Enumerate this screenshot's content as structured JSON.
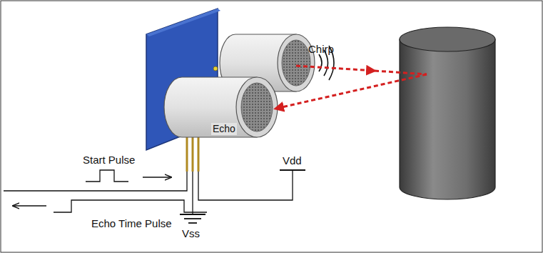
{
  "diagram": {
    "labels": [
      "Chirp",
      "Echo",
      "Start Pulse",
      "Echo Time Pulse",
      "Vdd",
      "Vss"
    ]
  }
}
